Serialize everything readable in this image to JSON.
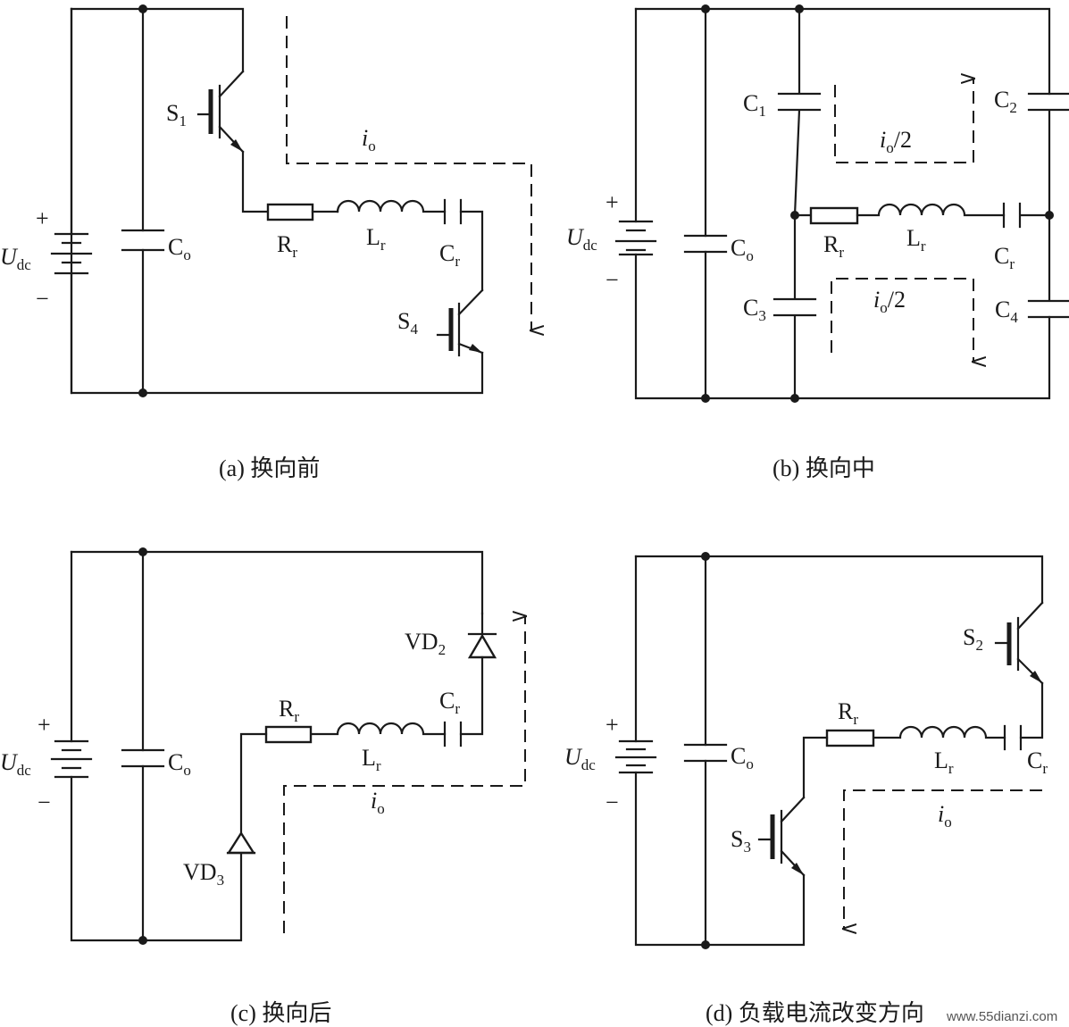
{
  "labels": {
    "plus": "+",
    "minus": "−",
    "udc": "U",
    "udc_sub": "dc",
    "C": "C",
    "o_sub": "o",
    "r_sub": "r",
    "R": "R",
    "L": "L",
    "S": "S",
    "VD": "VD",
    "io_i": "i",
    "io_sub": "o",
    "half": "/2",
    "n1": "1",
    "n2": "2",
    "n3": "3",
    "n4": "4"
  },
  "captions": {
    "a": "(a) 换向前",
    "b": "(b) 换向中",
    "c": "(c) 换向后",
    "d": "(d) 负载电流改变方向"
  },
  "watermark": "www.55dianzi.com"
}
